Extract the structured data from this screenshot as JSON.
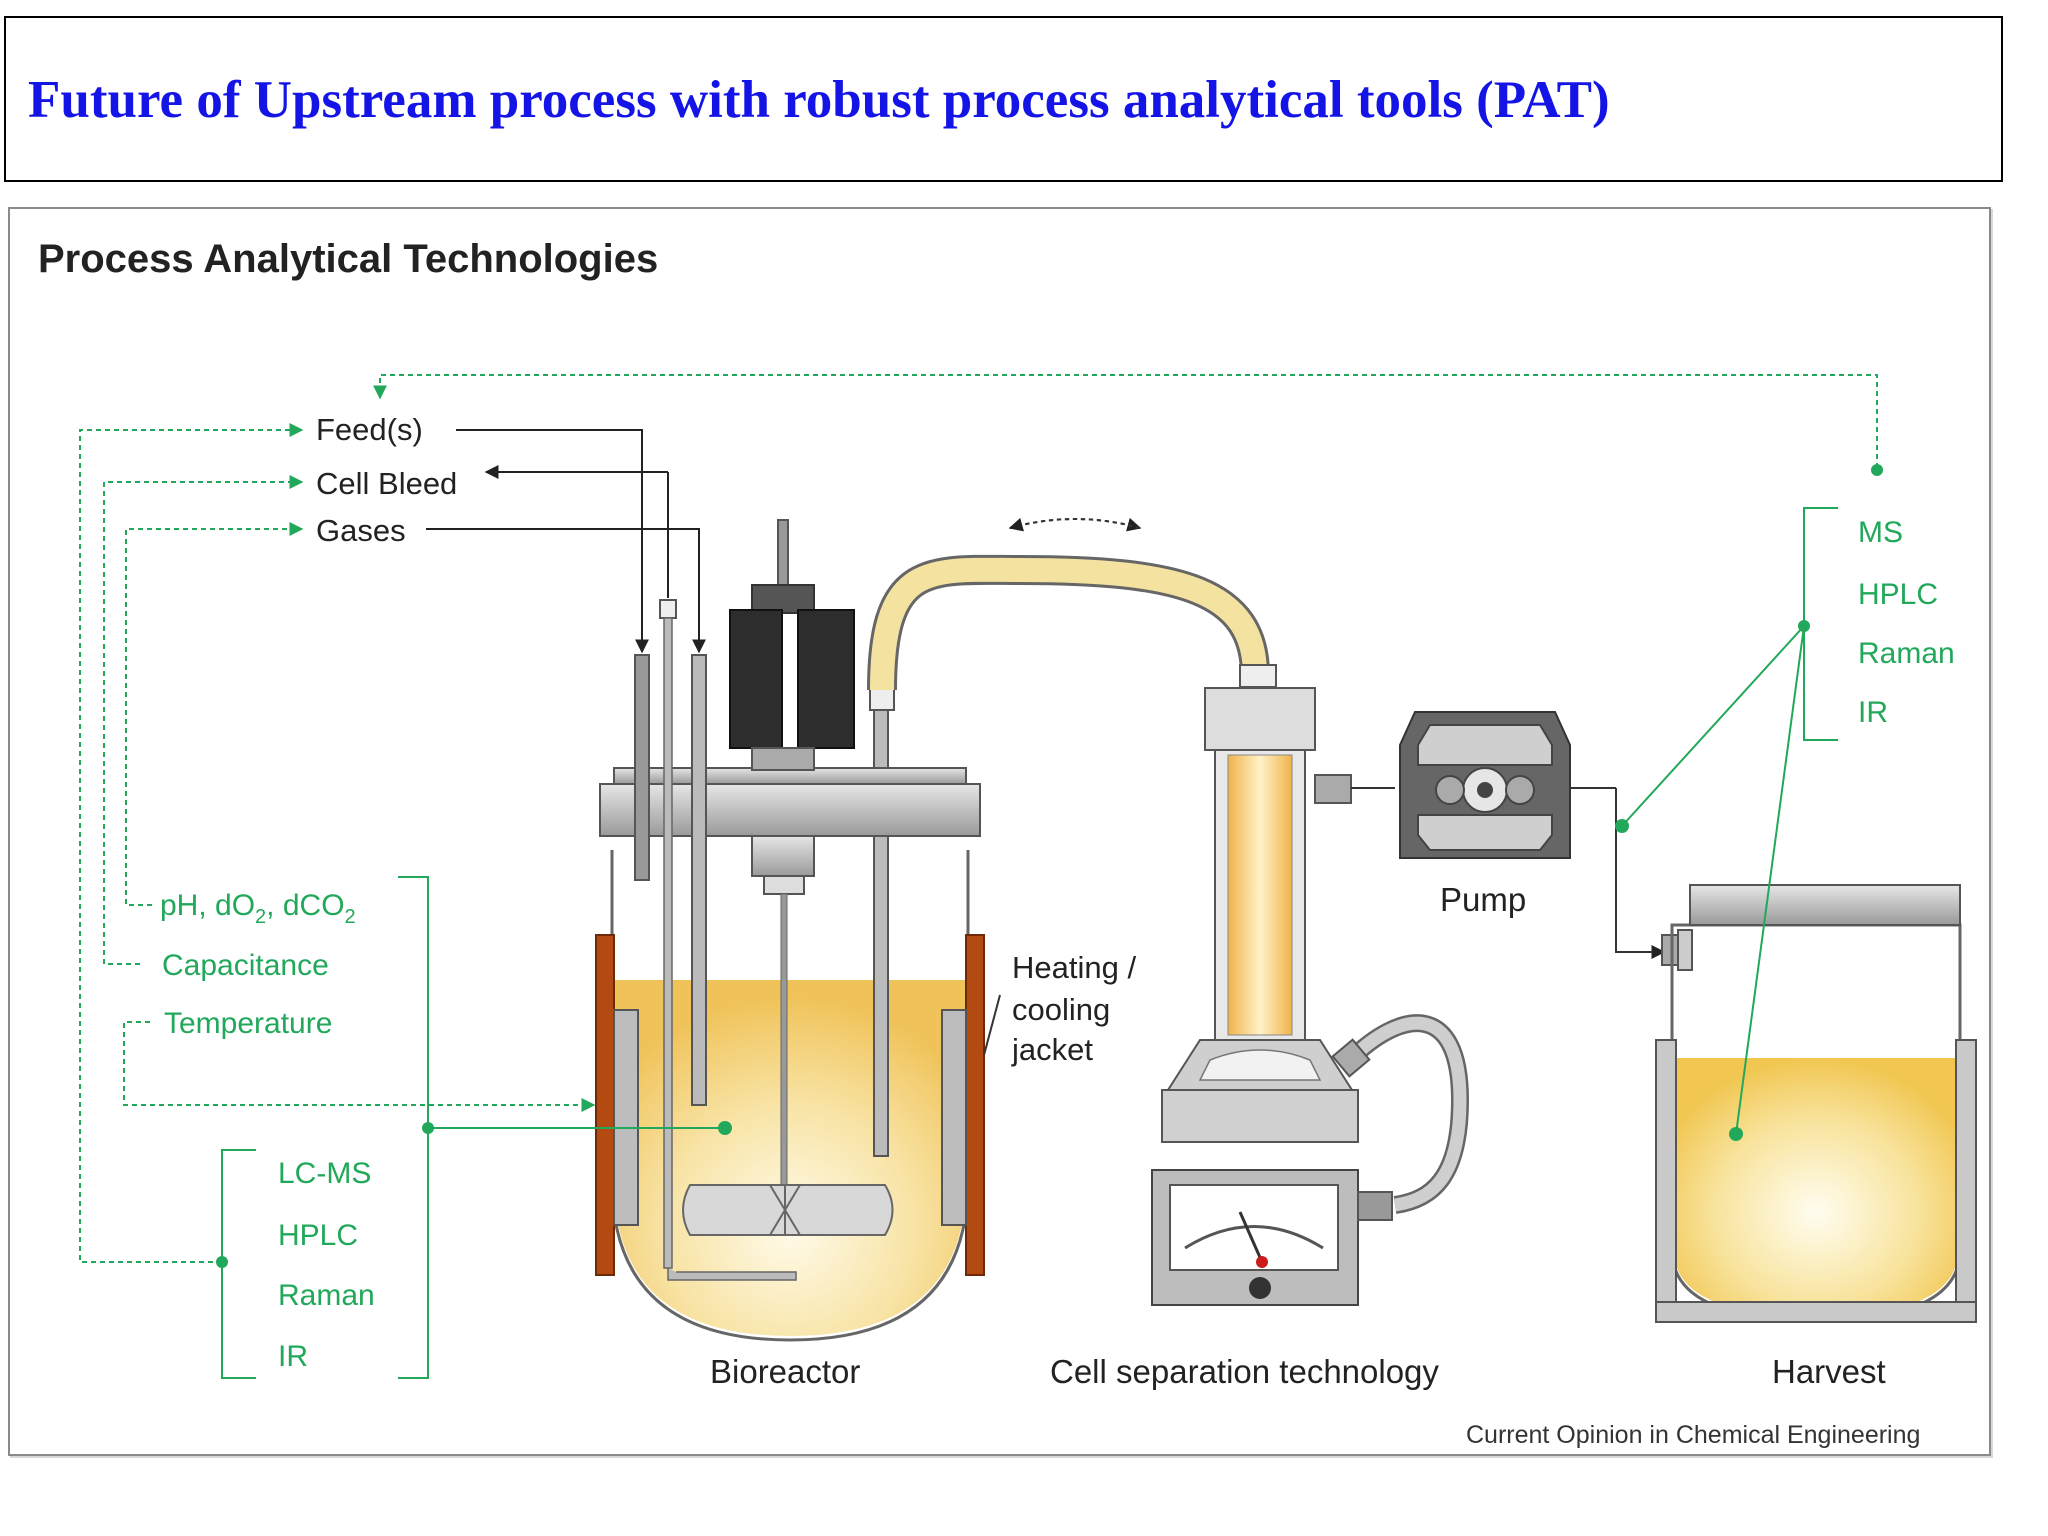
{
  "header": {
    "title": "Future of Upstream process with robust process analytical tools (PAT)"
  },
  "figure": {
    "title": "Process Analytical Technologies",
    "inputs": [
      "Feed(s)",
      "Cell Bleed",
      "Gases"
    ],
    "bioreactor_sensors": {
      "ph_prefix": "pH, dO",
      "ph_mid": ", dCO",
      "sub": "2",
      "capacitance": "Capacitance",
      "temperature": "Temperature"
    },
    "bioreactor_analytics": [
      "LC-MS",
      "HPLC",
      "Raman",
      "IR"
    ],
    "harvest_analytics": [
      "MS",
      "HPLC",
      "Raman",
      "IR"
    ],
    "jacket_label": [
      "Heating /",
      "cooling",
      "jacket"
    ],
    "pump_label": "Pump",
    "bioreactor_label": "Bioreactor",
    "separation_label": "Cell separation technology",
    "harvest_label": "Harvest",
    "credit": "Current Opinion in Chemical Engineering"
  },
  "colors": {
    "title_blue": "#1414e6",
    "pat_green": "#22a85a",
    "jacket_orange": "#b24a12",
    "tube_yellow": "#f4e3a0",
    "liquid_yellow": "#f2d27a"
  }
}
